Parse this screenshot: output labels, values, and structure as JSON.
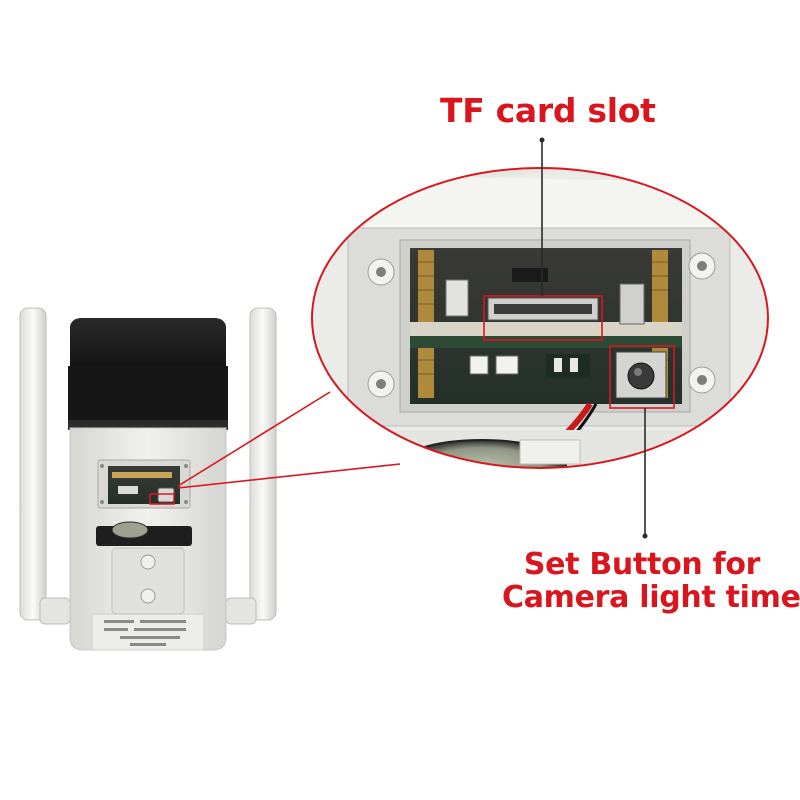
{
  "annotations": {
    "tf_card_slot": "TF card slot",
    "set_button_line1": "Set Button for",
    "set_button_line2": "Camera light time"
  },
  "colors": {
    "annotation_red": "#d9161e",
    "camera_body": "#e9e9e6",
    "camera_top": "#1c1c1c",
    "pcb_green": "#2d4a35"
  }
}
